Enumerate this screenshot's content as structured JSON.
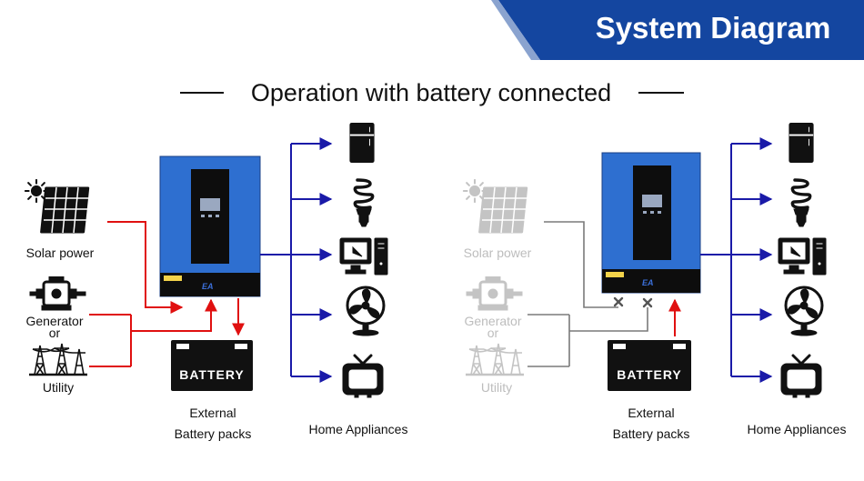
{
  "header": {
    "title": "System Diagram",
    "subtitle": "Operation with battery connected"
  },
  "left": {
    "sources": [
      {
        "label": "Solar power"
      },
      {
        "label": "Generator"
      },
      {
        "label": "or"
      },
      {
        "label": "Utility"
      }
    ],
    "battery_text": "BATTERY",
    "battery_label_line1": "External",
    "battery_label_line2": "Battery packs",
    "appliances_label": "Home Appliances",
    "inverter_brand": "EA"
  },
  "right": {
    "sources": [
      {
        "label": "Solar power"
      },
      {
        "label": "Generator"
      },
      {
        "label": "or"
      },
      {
        "label": "Utility"
      }
    ],
    "battery_text": "BATTERY",
    "battery_label_line1": "External",
    "battery_label_line2": "Battery packs",
    "appliances_label": "Home Appliances",
    "inverter_brand": "EA"
  },
  "colors": {
    "banner": "#1446a0",
    "inverter": "#2e6fd0",
    "ac_line": "#1a1aa8",
    "dc_line": "#e01010",
    "inactive_line": "#7a7a7a",
    "inactive_icon": "#c4c4c4"
  },
  "icons": [
    "sun-icon",
    "solar-panel-icon",
    "generator-icon",
    "power-tower-icon",
    "refrigerator-icon",
    "light-bulb-icon",
    "computer-icon",
    "fan-icon",
    "television-icon",
    "battery-icon",
    "inverter-icon",
    "disconnect-x-icon"
  ]
}
